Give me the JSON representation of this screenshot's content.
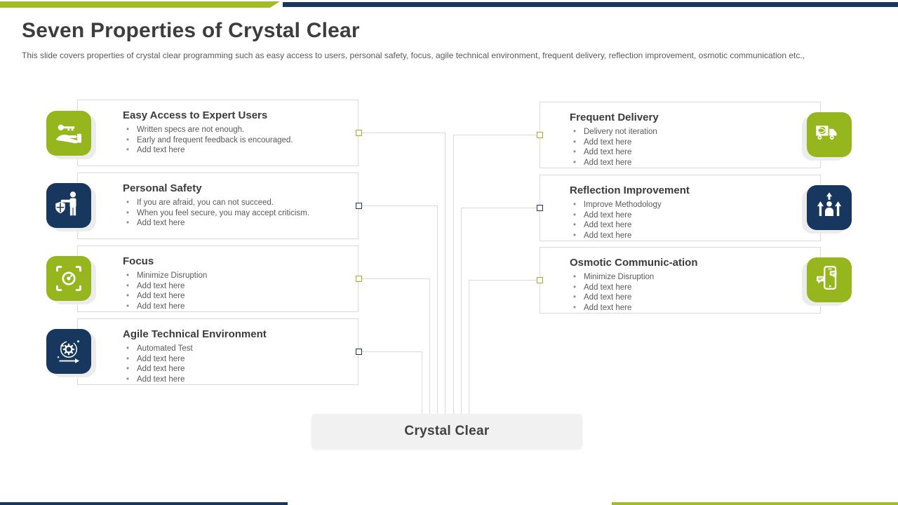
{
  "slide": {
    "title": "Seven Properties of Crystal Clear",
    "subtitle": "This slide covers properties of crystal clear programming such as easy access to users, personal safety, focus, agile technical environment, frequent delivery, reflection improvement, osmotic communication etc.,",
    "center_label": "Crystal Clear"
  },
  "colors": {
    "accent_green": "#95b71d",
    "accent_navy": "#17375e",
    "connector_line": "#d9d9d9",
    "card_border": "#d9d9d9",
    "center_box_bg": "#f1f1f2",
    "title_text": "#3d3d3d",
    "body_text": "#595959"
  },
  "properties": [
    {
      "title": "Easy Access to Expert Users",
      "side": "left",
      "accent": "green",
      "icon": "hand-key-icon",
      "bullets": [
        "Written specs are not enough.",
        "Early and frequent feedback is encouraged.",
        "Add text here"
      ]
    },
    {
      "title": "Personal Safety",
      "side": "left",
      "accent": "navy",
      "icon": "person-shield-icon",
      "bullets": [
        "If you are afraid, you can not succeed.",
        "When you feel secure, you may accept criticism.",
        "Add text here"
      ]
    },
    {
      "title": "Focus",
      "side": "left",
      "accent": "green",
      "icon": "viewfinder-icon",
      "bullets": [
        "Minimize Disruption",
        "Add text here",
        "Add text here",
        "Add text here"
      ]
    },
    {
      "title": "Agile Technical Environment",
      "side": "left",
      "accent": "navy",
      "icon": "agile-sprint-icon",
      "bullets": [
        "Automated Test",
        "Add text here",
        "Add text here",
        "Add text here"
      ]
    },
    {
      "title": "Frequent Delivery",
      "side": "right",
      "accent": "green",
      "icon": "delivery-truck-icon",
      "bullets": [
        "Delivery not iteration",
        "Add text here",
        "Add text here",
        "Add text here"
      ]
    },
    {
      "title": "Reflection Improvement",
      "side": "right",
      "accent": "navy",
      "icon": "person-growth-icon",
      "bullets": [
        "Improve Methodology",
        "Add text here",
        "Add text here",
        "Add text here"
      ]
    },
    {
      "title": "Osmotic Communic-ation",
      "side": "right",
      "accent": "green",
      "icon": "phone-chat-icon",
      "bullets": [
        "Minimize Disruption",
        "Add text here",
        "Add text here",
        "Add text here"
      ]
    }
  ]
}
